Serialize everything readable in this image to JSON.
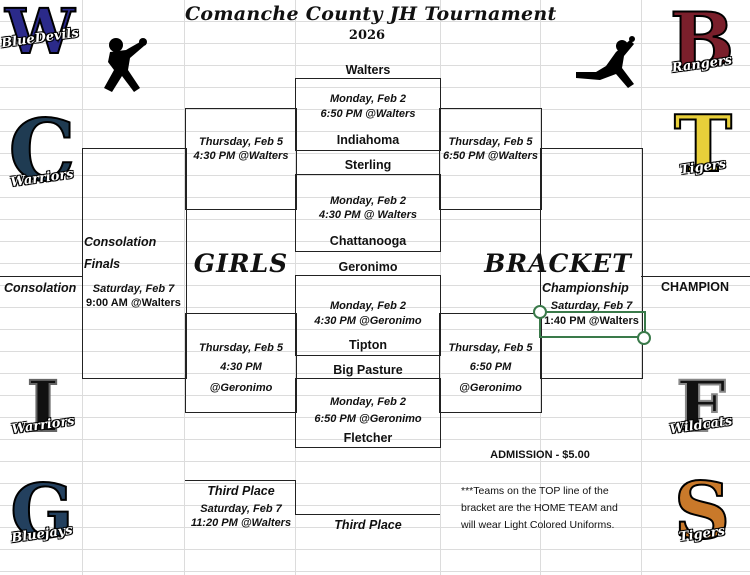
{
  "header": {
    "title": "Comanche County JH Tournament",
    "year": "2026"
  },
  "side_labels": {
    "girls": "GIRLS",
    "bracket": "BRACKET"
  },
  "games": {
    "g1": {
      "home": "Walters",
      "day": "Monday, Feb 2",
      "time": "6:50 PM @Walters",
      "away": "Indiahoma"
    },
    "g2": {
      "home": "Sterling",
      "day": "Monday, Feb 2",
      "time": "4:30 PM @ Walters",
      "away": "Chattanooga"
    },
    "g3": {
      "home": "Geronimo",
      "day": "Monday, Feb 2",
      "time": "4:30 PM @Geronimo",
      "away": "Tipton"
    },
    "g4": {
      "home": "Big Pasture",
      "day": "Monday, Feb 2",
      "time": "6:50 PM @Geronimo",
      "away": "Fletcher"
    }
  },
  "semis": {
    "left_top": {
      "day": "Thursday, Feb 5",
      "time": "4:30 PM @Walters"
    },
    "right_top": {
      "day": "Thursday, Feb 5",
      "time": "6:50 PM @Walters"
    },
    "left_bottom": {
      "day": "Thursday, Feb 5",
      "time": "4:30 PM",
      "place": "@Geronimo"
    },
    "right_bottom": {
      "day": "Thursday, Feb 5",
      "time": "6:50 PM",
      "place": "@Geronimo"
    }
  },
  "consolation": {
    "heading1": "Consolation",
    "heading2": "Finals",
    "label": "Consolation",
    "day": "Saturday, Feb 7",
    "time": "9:00 AM @Walters"
  },
  "championship": {
    "label": "Championship",
    "day": "Saturday, Feb 7",
    "time": "1:40 PM @Walters",
    "champion": "CHAMPION"
  },
  "third_place": {
    "label": "Third Place",
    "day": "Saturday, Feb 7",
    "time": "11:20 PM @Walters",
    "result_label": "Third Place"
  },
  "admission": "ADMISSION - $5.00",
  "note": {
    "line1": "***Teams on the TOP line of the",
    "line2": "bracket are the HOME TEAM and",
    "line3": "will wear Light Colored Uniforms."
  },
  "logos": {
    "bluedevils": {
      "letter": "W",
      "script": "BlueDevils",
      "color": "#2b2a8a"
    },
    "rangers": {
      "letter": "B",
      "script": "Rangers",
      "color": "#7a1f2b"
    },
    "warriors_c": {
      "letter": "C",
      "script": "Warriors",
      "color": "#1f3b52"
    },
    "tigers_t": {
      "letter": "T",
      "script": "Tigers",
      "color": "#e8cf3a"
    },
    "warriors_i": {
      "letter": "I",
      "script": "Warriors",
      "color": "#111111"
    },
    "wildcats": {
      "letter": "F",
      "script": "Wildcats",
      "color": "#111111"
    },
    "bluejays": {
      "letter": "G",
      "script": "Bluejays",
      "color": "#23405e"
    },
    "tigers_s": {
      "letter": "S",
      "script": "Tigers",
      "color": "#c9792a"
    }
  }
}
